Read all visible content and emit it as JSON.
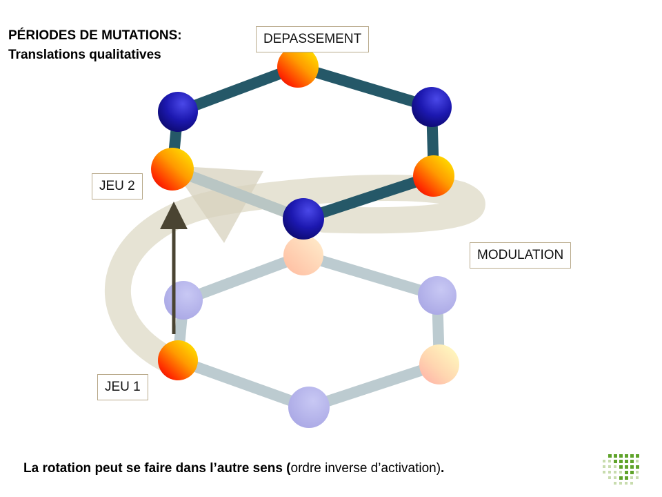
{
  "title": {
    "line1": "PÉRIODES DE MUTATIONS:",
    "line2": "Translations qualitatives"
  },
  "labels": {
    "depassement": "DEPASSEMENT",
    "jeu2": "JEU 2",
    "modulation": "MODULATION",
    "jeu1": "JEU 1"
  },
  "caption": {
    "bold_part": "La rotation peut se faire dans l’autre sens (",
    "normal_part": "ordre inverse d’activation)",
    "end": "."
  },
  "colors": {
    "top_bond": "#255868",
    "bottom_bond": "#bccbd0",
    "blue_node": "#1c1ab0",
    "orange_node": "#ff8a00",
    "rotation_arrow": "#ddd8c4",
    "jump_arrow": "#4a4432",
    "logo_green": "#5fa32a"
  }
}
